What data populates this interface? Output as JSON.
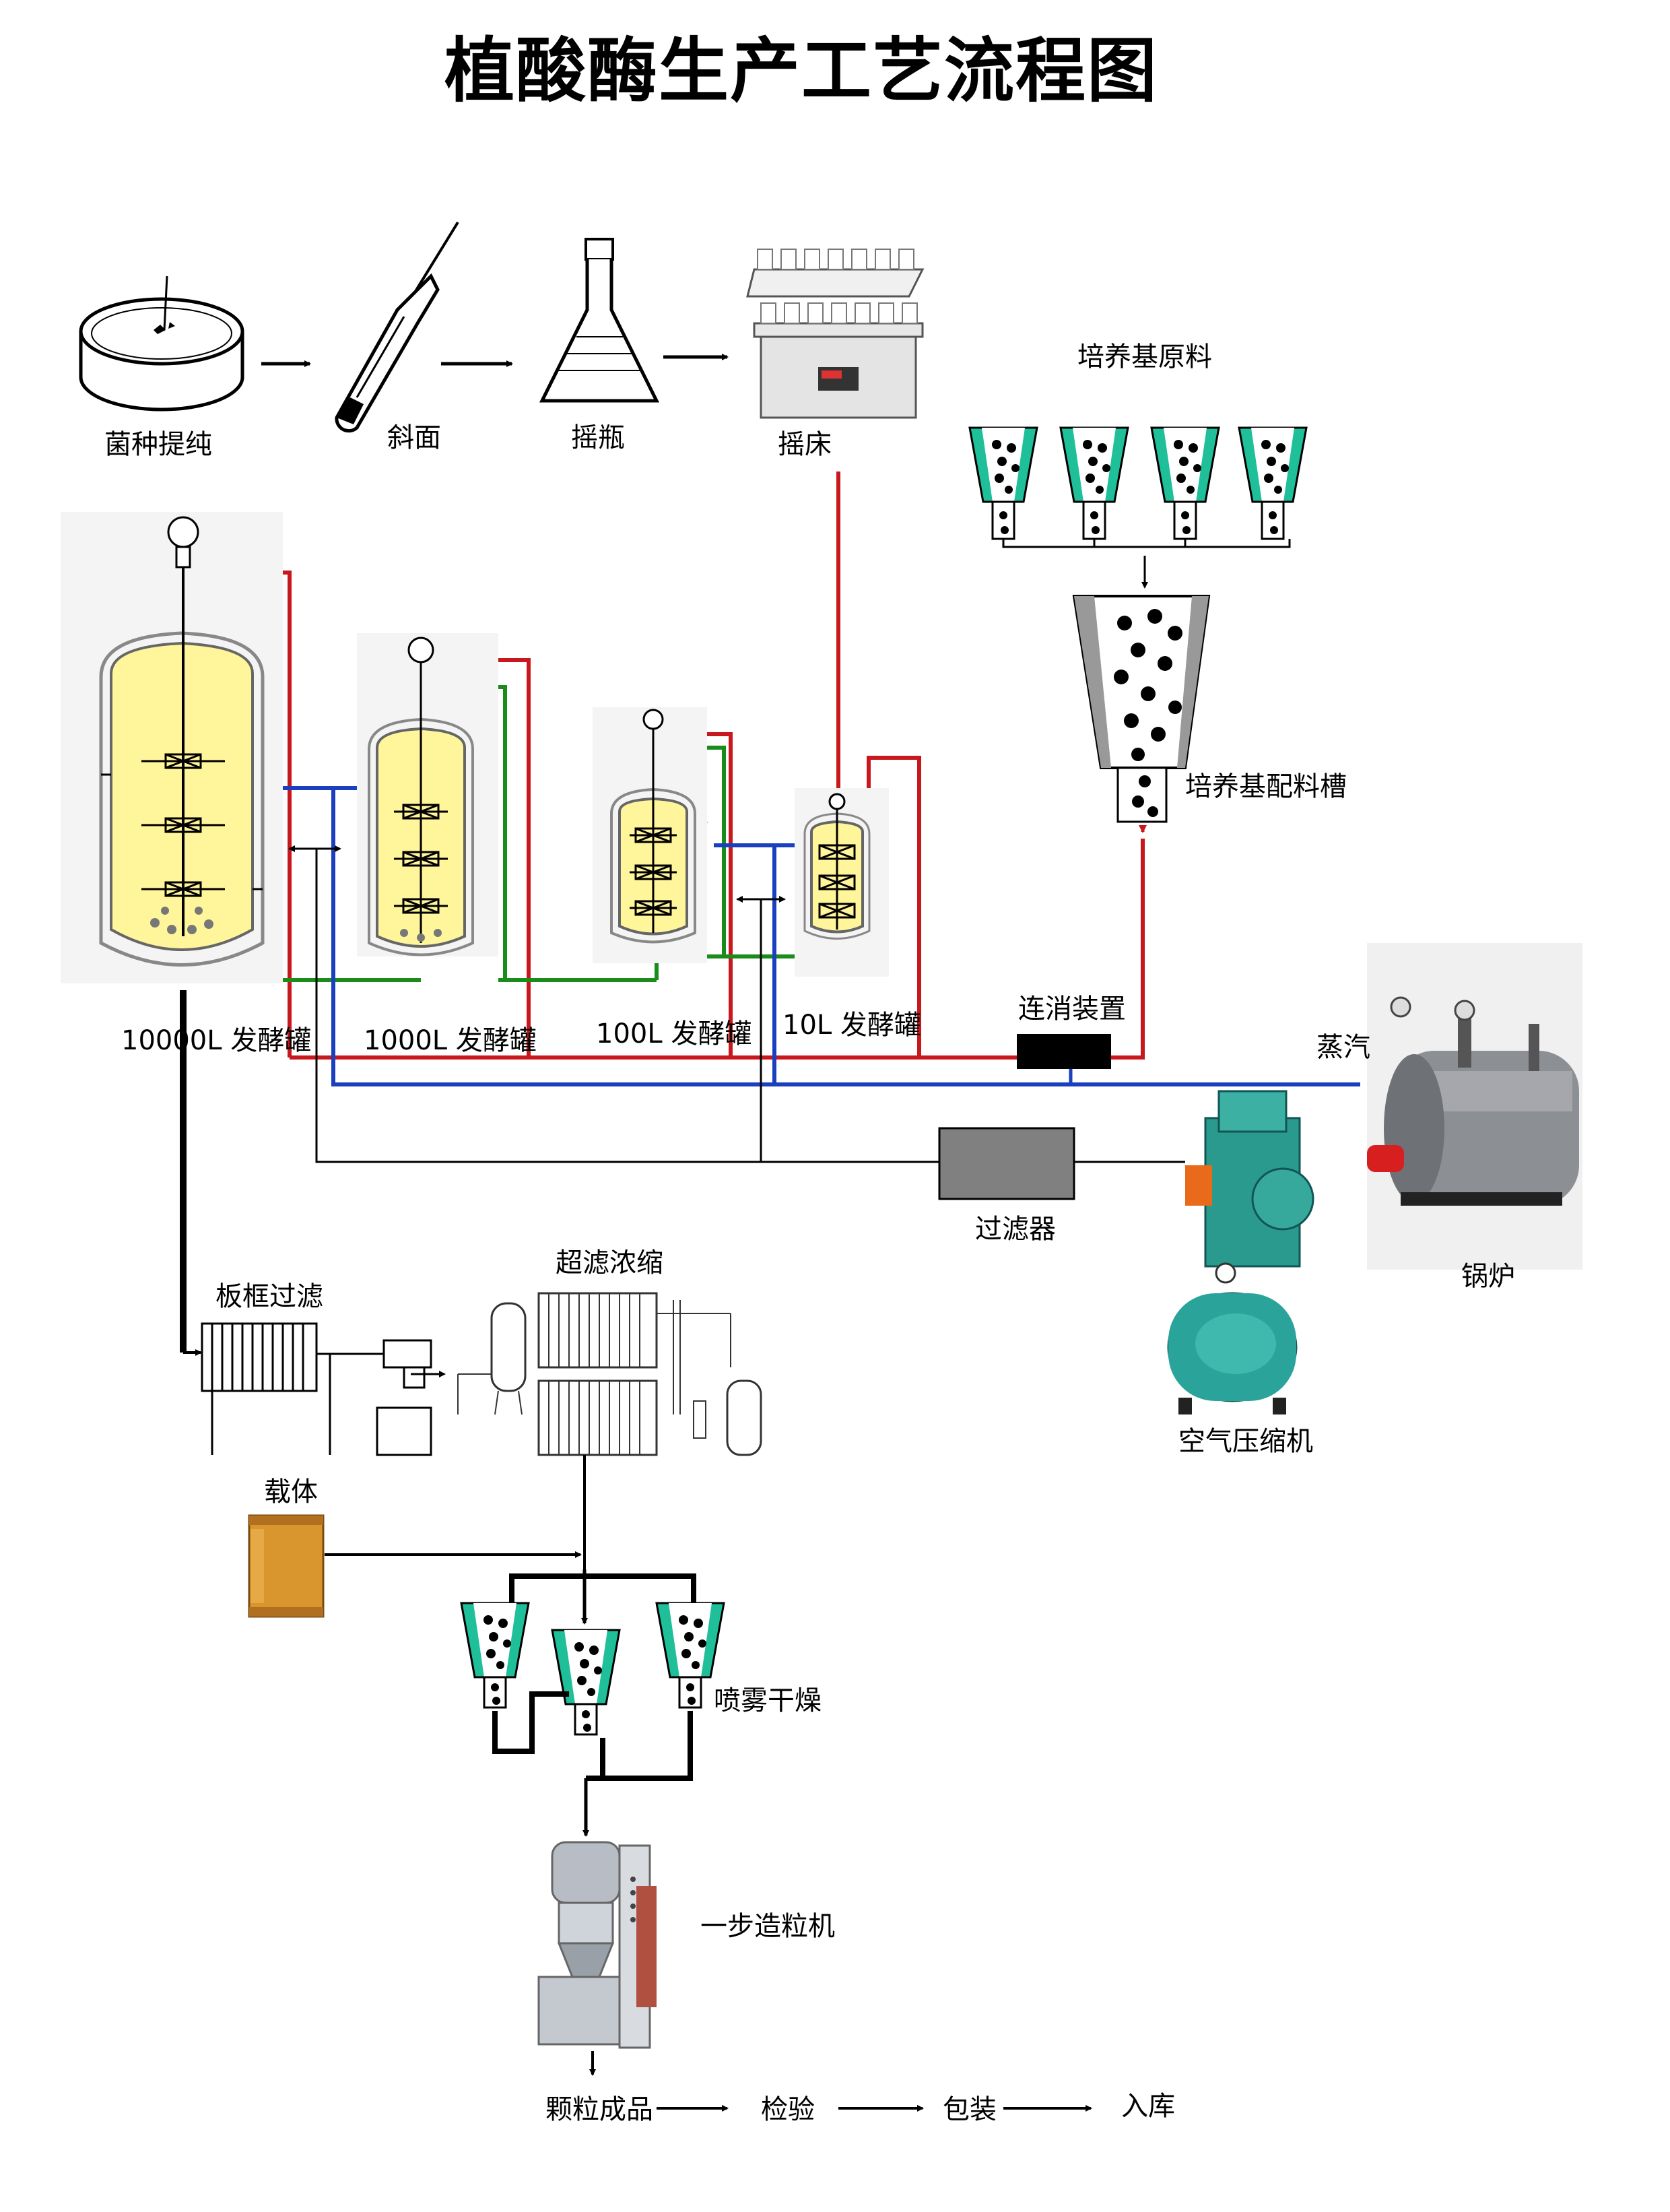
{
  "title": "植酸酶生产工艺流程图",
  "seed_stage": {
    "strain_purification": "菌种提纯",
    "slant": "斜面",
    "shake_flask": "摇瓶",
    "shaker": "摇床"
  },
  "media": {
    "raw_materials": "培养基原料",
    "mixing_tank": "培养基配料槽",
    "continuous_sterilizer": "连消装置"
  },
  "fermenters": {
    "f10000": "10000L 发酵罐",
    "f1000": "1000L 发酵罐",
    "f100": "100L 发酵罐",
    "f10": "10L 发酵罐"
  },
  "utilities": {
    "steam": "蒸汽",
    "boiler": "锅炉",
    "filter": "过滤器",
    "air_compressor": "空气压缩机"
  },
  "downstream": {
    "plate_filter": "板框过滤",
    "ultrafiltration": "超滤浓缩",
    "carrier": "载体",
    "spray_drying": "喷雾干燥",
    "granulator": "一步造粒机"
  },
  "final_steps": {
    "granule_product": "颗粒成品",
    "inspection": "检验",
    "packaging": "包装",
    "warehousing": "入库"
  },
  "colors": {
    "red_line": "#c8181e",
    "green_line": "#1a8c1a",
    "blue_line": "#1a3fbf",
    "broth": "#fff59a",
    "teal": "#1fbf9a",
    "boiler_body": "#8c8f94",
    "compressor": "#2aa39a",
    "carrier_drum": "#d9962e"
  }
}
